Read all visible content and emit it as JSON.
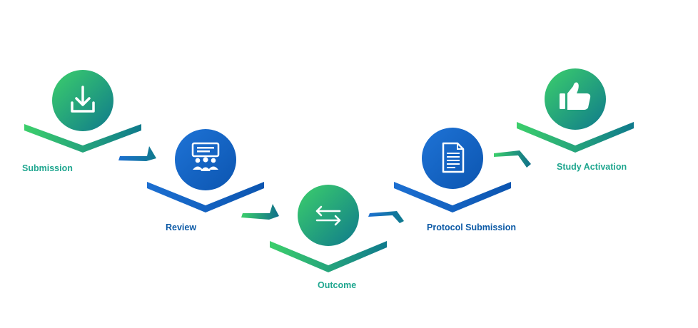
{
  "colors": {
    "green_start": "#3ccf6b",
    "teal_end": "#0f7a8c",
    "blue_start": "#1e6fd2",
    "blue_end": "#0c55b0",
    "label_green": "#1fa68f",
    "label_blue": "#0c5aa6",
    "icon_white": "#ffffff"
  },
  "steps": [
    {
      "label": "Submission",
      "icon": "download-icon",
      "theme": "green"
    },
    {
      "label": "Review",
      "icon": "meeting-presentation-icon",
      "theme": "blue"
    },
    {
      "label": "Outcome",
      "icon": "exchange-arrows-icon",
      "theme": "green"
    },
    {
      "label": "Protocol Submission",
      "icon": "document-icon",
      "theme": "blue"
    },
    {
      "label": "Study Activation",
      "icon": "thumbs-up-icon",
      "theme": "green"
    }
  ]
}
